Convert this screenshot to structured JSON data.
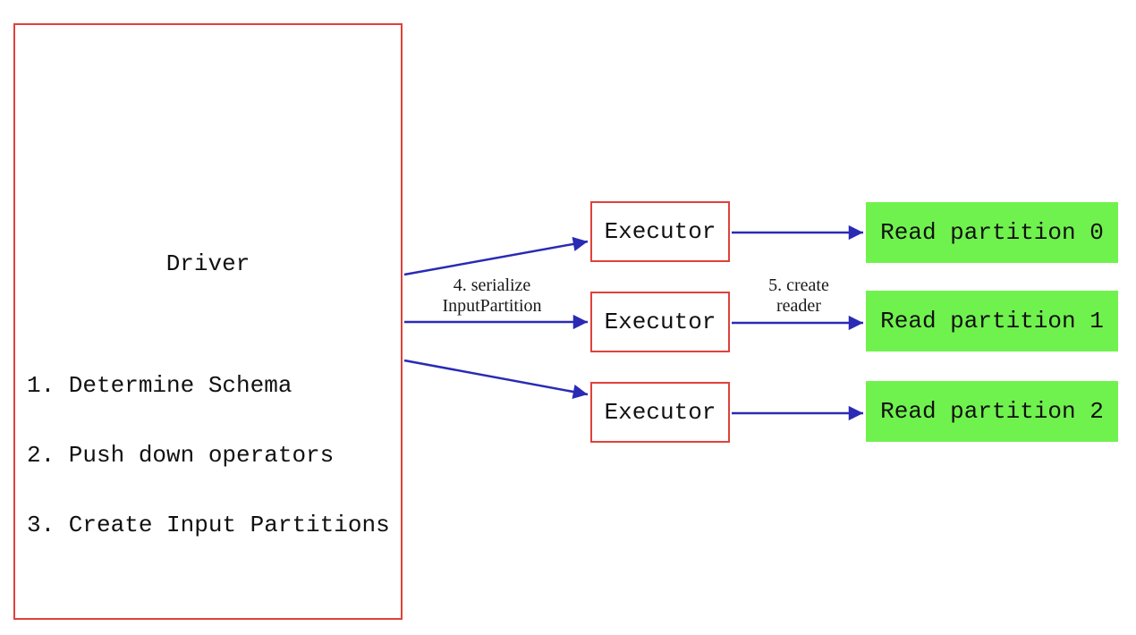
{
  "diagram": {
    "title": "spark-datasource-read-flow",
    "driver": {
      "title": "Driver",
      "steps": [
        "1. Determine Schema",
        "2. Push down operators",
        "3. Create Input Partitions"
      ]
    },
    "executors": [
      {
        "label": "Executor"
      },
      {
        "label": "Executor"
      },
      {
        "label": "Executor"
      }
    ],
    "partitions": [
      {
        "label": "Read partition 0"
      },
      {
        "label": "Read partition 1"
      },
      {
        "label": "Read partition 2"
      }
    ],
    "edge_labels": {
      "serialize": {
        "line1": "4. serialize",
        "line2": "InputPartition"
      },
      "create_reader": {
        "line1": "5. create",
        "line2": "reader"
      }
    },
    "colors": {
      "box_border_red": "#e0413a",
      "arrow_blue": "#2a2ab5",
      "partition_green": "#70f24e",
      "background": "#ffffff",
      "text": "#111111"
    }
  }
}
